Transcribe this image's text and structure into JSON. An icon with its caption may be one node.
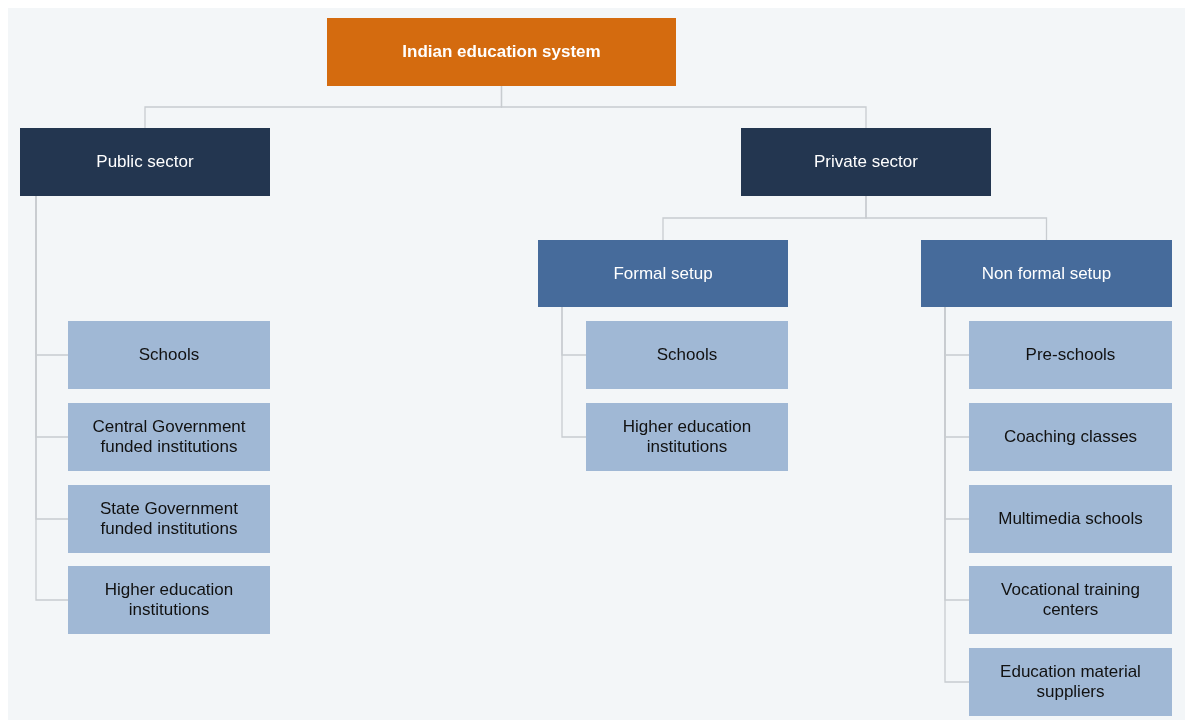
{
  "diagram": {
    "nodes": [
      {
        "text": [
          "Indian education system"
        ]
      },
      {
        "text": [
          "Public sector"
        ]
      },
      {
        "text": [
          "Private sector"
        ]
      },
      {
        "text": [
          "Formal setup"
        ]
      },
      {
        "text": [
          "Non formal setup"
        ]
      },
      {
        "text": [
          "Schools"
        ]
      },
      {
        "text": [
          "Central Government funded institutions"
        ]
      },
      {
        "text": [
          "State Government funded institutions"
        ]
      },
      {
        "text": [
          "Higher education institutions"
        ]
      },
      {
        "text": [
          "Schools"
        ]
      },
      {
        "text": [
          "Higher education institutions"
        ]
      },
      {
        "text": [
          "Pre-schools"
        ]
      },
      {
        "text": [
          "Coaching classes"
        ]
      },
      {
        "text": [
          "Multimedia schools"
        ]
      },
      {
        "text": [
          "Vocational training centers"
        ]
      },
      {
        "text": [
          "Education material suppliers"
        ]
      }
    ],
    "edges": [
      {
        "from": 0,
        "to": 1,
        "arrow": "none"
      },
      {
        "from": 0,
        "to": 2,
        "arrow": "none"
      },
      {
        "from": 2,
        "to": 3,
        "arrow": "none"
      },
      {
        "from": 2,
        "to": 4,
        "arrow": "none"
      },
      {
        "from": 1,
        "to": 5,
        "arrow": "none"
      },
      {
        "from": 1,
        "to": 6,
        "arrow": "none"
      },
      {
        "from": 1,
        "to": 7,
        "arrow": "none"
      },
      {
        "from": 1,
        "to": 8,
        "arrow": "none"
      },
      {
        "from": 3,
        "to": 9,
        "arrow": "none"
      },
      {
        "from": 3,
        "to": 10,
        "arrow": "none"
      },
      {
        "from": 4,
        "to": 11,
        "arrow": "none"
      },
      {
        "from": 4,
        "to": 12,
        "arrow": "none"
      },
      {
        "from": 4,
        "to": 13,
        "arrow": "none"
      },
      {
        "from": 4,
        "to": 14,
        "arrow": "none"
      },
      {
        "from": 4,
        "to": 15,
        "arrow": "none"
      }
    ]
  }
}
